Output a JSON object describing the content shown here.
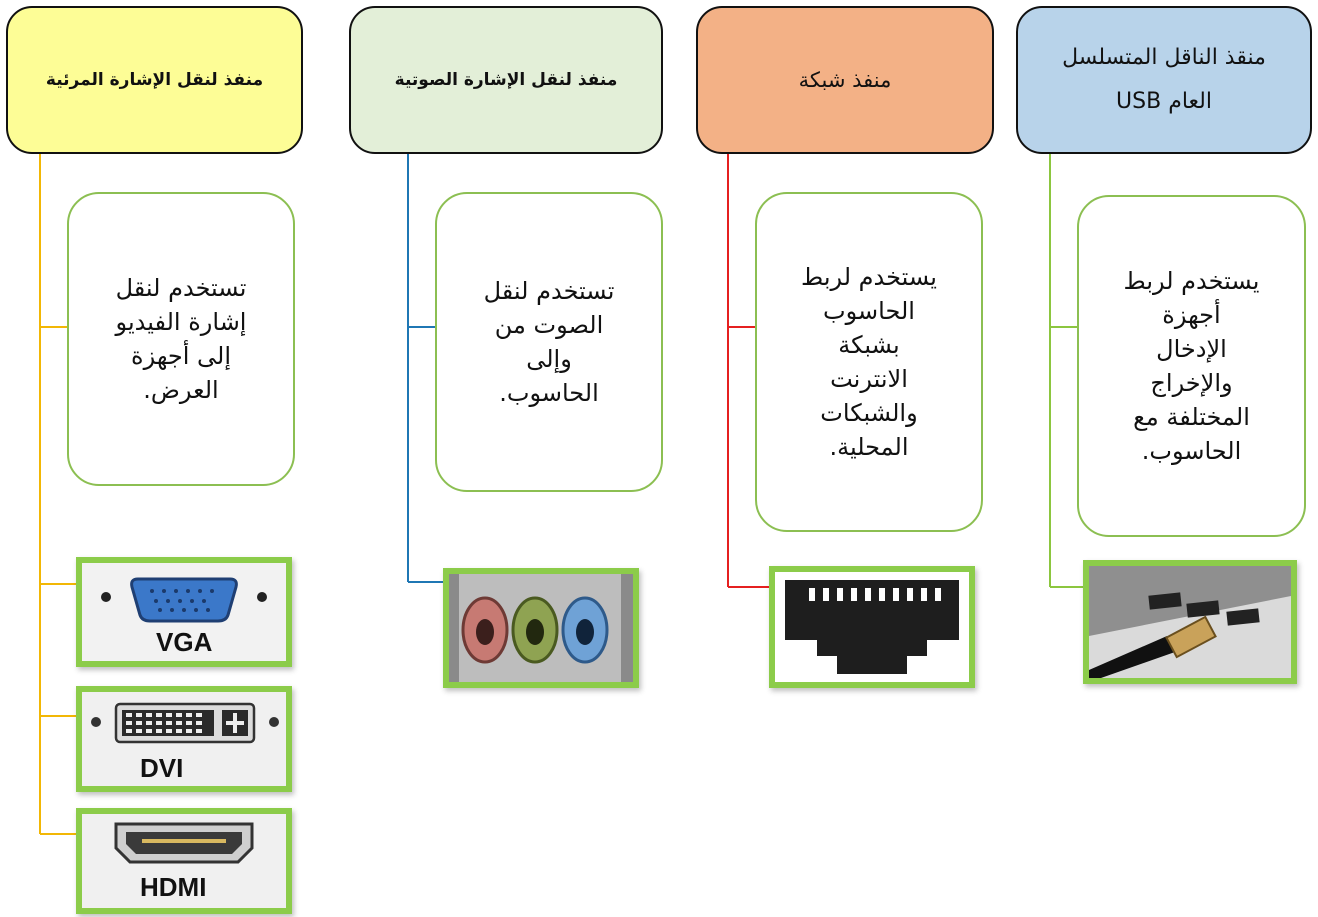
{
  "columns": [
    {
      "header": "منفذ لنقل الإشارة المرئية",
      "description": "تستخدم لنقل\nإشارة الفيديو\nإلى أجهزة\nالعرض.",
      "header_color": "#fdfd96",
      "line_color": "#f2b705",
      "connectors": [
        {
          "label": "VGA",
          "icon": "vga-port-icon"
        },
        {
          "label": "DVI",
          "icon": "dvi-port-icon"
        },
        {
          "label": "HDMI",
          "icon": "hdmi-port-icon"
        }
      ]
    },
    {
      "header": "منفذ لنقل الإشارة الصوتية",
      "description": "تستخدم لنقل\nالصوت من\nوإلى\nالحاسوب.",
      "header_color": "#e3efd8",
      "line_color": "#1f77b4",
      "connectors": [
        {
          "icon": "audio-jacks-icon"
        }
      ]
    },
    {
      "header": "منفذ شبكة",
      "description": "يستخدم لربط\nالحاسوب\nبشبكة\nالانترنت\nوالشبكات\nالمحلية.",
      "header_color": "#f3b186",
      "line_color": "#e52020",
      "connectors": [
        {
          "icon": "ethernet-port-icon"
        }
      ]
    },
    {
      "header_line1": "منقذ الناقل المتسلسل",
      "header_line2": "العام USB",
      "description": "يستخدم لربط\nأجهزة\nالإدخال\nوالإخراج\nالمختلفة مع\nالحاسوب.",
      "header_color": "#b8d3ea",
      "line_color": "#8cc63f",
      "connectors": [
        {
          "icon": "usb-ports-icon"
        }
      ]
    }
  ],
  "accent_border": "#8ccc4a"
}
